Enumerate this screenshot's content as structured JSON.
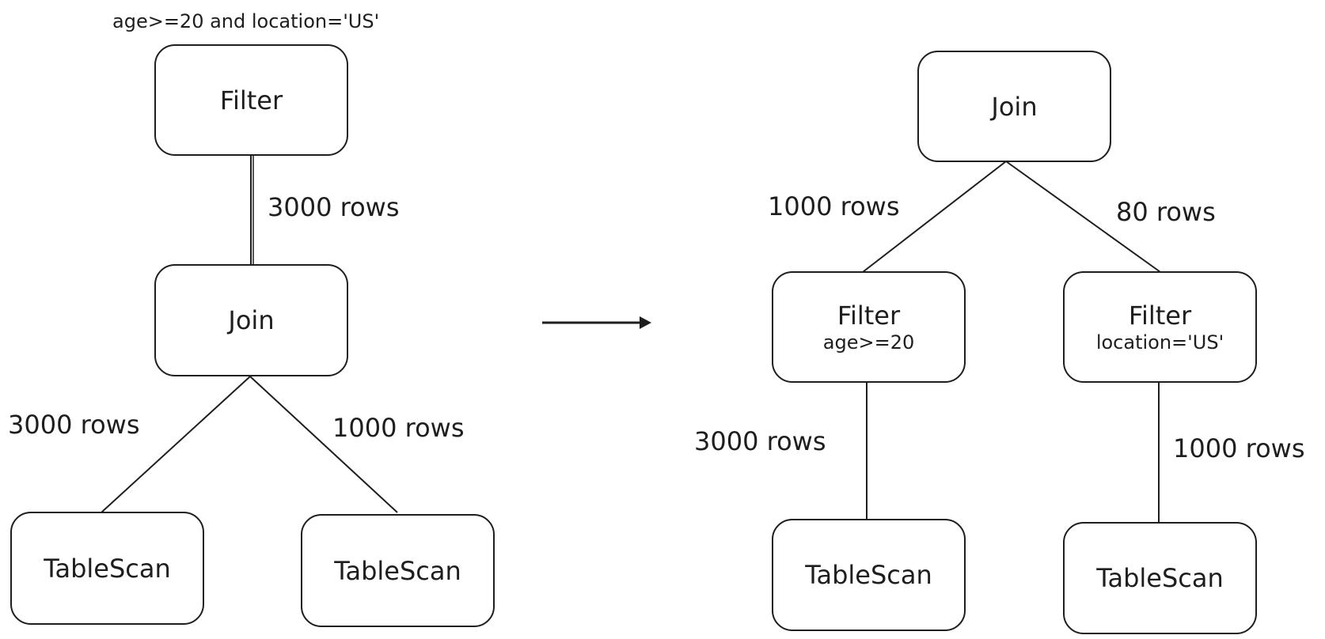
{
  "left_plan": {
    "filter_condition": "age>=20 and location='US'",
    "filter_node": {
      "label": "Filter"
    },
    "join_node": {
      "label": "Join"
    },
    "scan_left": {
      "label": "TableScan"
    },
    "scan_right": {
      "label": "TableScan"
    },
    "edge_filter_join_rows": "3000 rows",
    "edge_join_scan_left_rows": "3000 rows",
    "edge_join_scan_right_rows": "1000 rows"
  },
  "right_plan": {
    "join_node": {
      "label": "Join"
    },
    "filter_left": {
      "label": "Filter",
      "condition": "age>=20"
    },
    "filter_right": {
      "label": "Filter",
      "condition": "location='US'"
    },
    "scan_left": {
      "label": "TableScan"
    },
    "scan_right": {
      "label": "TableScan"
    },
    "edge_join_filter_left_rows": "1000 rows",
    "edge_join_filter_right_rows": "80 rows",
    "edge_filter_left_scan_rows": "3000 rows",
    "edge_filter_right_scan_rows": "1000 rows"
  },
  "transform_arrow": {
    "icon": "right-arrow-icon"
  },
  "colors": {
    "stroke": "#1e1e1e",
    "background": "#ffffff"
  }
}
